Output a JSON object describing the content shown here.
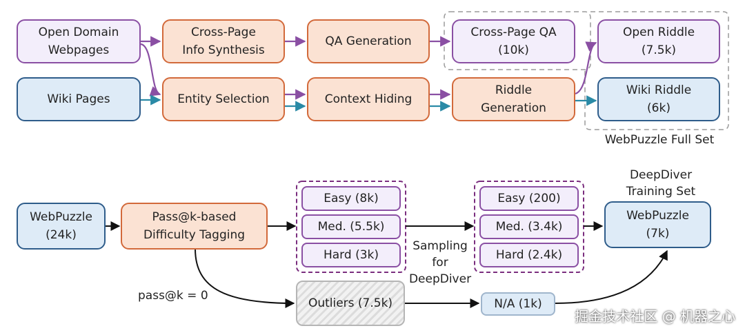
{
  "top_flow": {
    "open_domain": "Open Domain\nWebpages",
    "wiki_pages": "Wiki Pages",
    "cross_page_synth": "Cross-Page\nInfo Synthesis",
    "entity_selection": "Entity Selection",
    "qa_generation": "QA Generation",
    "context_hiding": "Context Hiding",
    "riddle_generation": "Riddle\nGeneration",
    "cross_page_qa": "Cross-Page QA\n(10k)",
    "open_riddle": "Open Riddle\n(7.5k)",
    "wiki_riddle": "Wiki Riddle\n(6k)",
    "full_set_label": "WebPuzzle Full Set"
  },
  "bottom_flow": {
    "webpuzzle_input": "WebPuzzle\n(24k)",
    "difficulty_tagging": "Pass@k-based\nDifficulty Tagging",
    "easy": "Easy (8k)",
    "medium": "Med. (5.5k)",
    "hard": "Hard (3k)",
    "sampling_label": "Sampling\nfor\nDeepDiver",
    "easy_sampled": "Easy (200)",
    "medium_sampled": "Med. (3.4k)",
    "hard_sampled": "Hard (2.4k)",
    "training_set_label": "DeepDiver\nTraining Set",
    "webpuzzle_output": "WebPuzzle\n(7k)",
    "pass_label": "pass@k = 0",
    "outliers": "Outliers (7.5k)",
    "na": "N/A (1k)"
  },
  "watermark": "掘金技术社区 @ 机器之心",
  "colors": {
    "purple": "#8a4fa3",
    "teal": "#2a8aa6",
    "black": "#111111",
    "gray_dashed": "#9a9a9a"
  }
}
